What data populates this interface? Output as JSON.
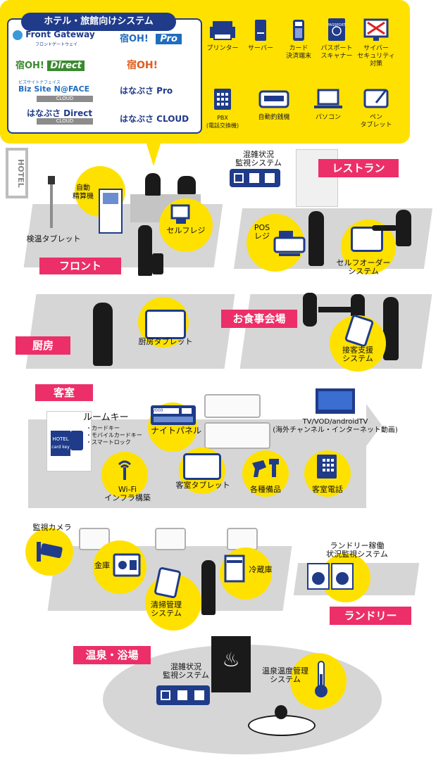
{
  "panel": {
    "title": "ホテル・旅館向けシステム",
    "logos": {
      "front_gateway": "Front Gateway",
      "front_gateway_sub": "フロントゲートウェイ",
      "yadooh_pro": "宿OH!",
      "pro": "Pro",
      "yadooh_direct": "宿OH!",
      "direct": "Direct",
      "yadooh": "宿OH!",
      "bizsite": "Biz Site N@FACE",
      "bizsite_ruby": "ビズサイトナフェイス",
      "cloud1": "CLOUD",
      "hanabusa_pro": "はなぶさ Pro",
      "hanabusa_direct": "はなぶさ Direct",
      "cloud2": "CLOUD",
      "hanabusa_cloud": "はなぶさ CLOUD"
    },
    "devices": [
      {
        "label": "プリンター",
        "icon": "printer-icon"
      },
      {
        "label": "サーバー",
        "icon": "server-icon"
      },
      {
        "label": "カード\n決済端末",
        "icon": "card-terminal-icon"
      },
      {
        "label": "パスポート\nスキャナー",
        "icon": "passport-icon"
      },
      {
        "label": "サイバー\nセキュリティ\n対策",
        "icon": "cyber-security-icon"
      },
      {
        "label": "PBX\n(電話交換機)",
        "icon": "pbx-icon"
      },
      {
        "label": "自動釣銭機",
        "icon": "change-machine-icon"
      },
      {
        "label": "パソコン",
        "icon": "laptop-icon"
      },
      {
        "label": "ペン\nタブレット",
        "icon": "pen-tablet-icon"
      }
    ],
    "passport_text": "PASSPORT"
  },
  "areas": {
    "hotel_sign": "HOTEL",
    "front": "フロント",
    "restaurant": "レストラン",
    "kitchen": "厨房",
    "dining_hall": "お食事会場",
    "guest_room": "客室",
    "onsen": "温泉・浴場",
    "laundry": "ランドリー"
  },
  "labels": {
    "auto_payment": "自動\n精算機",
    "temp_tablet": "検温タブレット",
    "self_register": "セルフレジ",
    "congestion_top": "混雑状況\n監視システム",
    "pos": "POS\nレジ",
    "self_order": "セルフオーダー\nシステム",
    "kitchen_tablet": "厨房タブレット",
    "guest_support": "接客支援\nシステム",
    "room_key": "ルームキー",
    "room_key_items": "・カードキー\n・モバイルカードキー\n・スマートロック",
    "hotel_card": "HOTEL",
    "card_key": "card key",
    "night_panel": "ナイトパネル",
    "night_panel_display": "/000",
    "tv": "TV/VOD/androidTV\n(海外チャンネル・インターネット動画)",
    "wifi": "Wi-Fi\nインフラ構築",
    "room_tablet": "客室タブレット",
    "amenities": "各種備品",
    "room_phone": "客室電話",
    "camera": "監視カメラ",
    "safe": "金庫",
    "fridge": "冷蔵庫",
    "cleaning": "清掃管理\nシステム",
    "laundry_monitor": "ランドリー稼働\n状況監視システム",
    "congestion_onsen": "混雑状況\n監視システム",
    "onsen_temp": "温泉温度管理\nシステム"
  },
  "colors": {
    "yellow": "#ffe100",
    "navy": "#1f3b8a",
    "pink": "#ec2f68",
    "floor_gray": "#d6d6d6"
  }
}
